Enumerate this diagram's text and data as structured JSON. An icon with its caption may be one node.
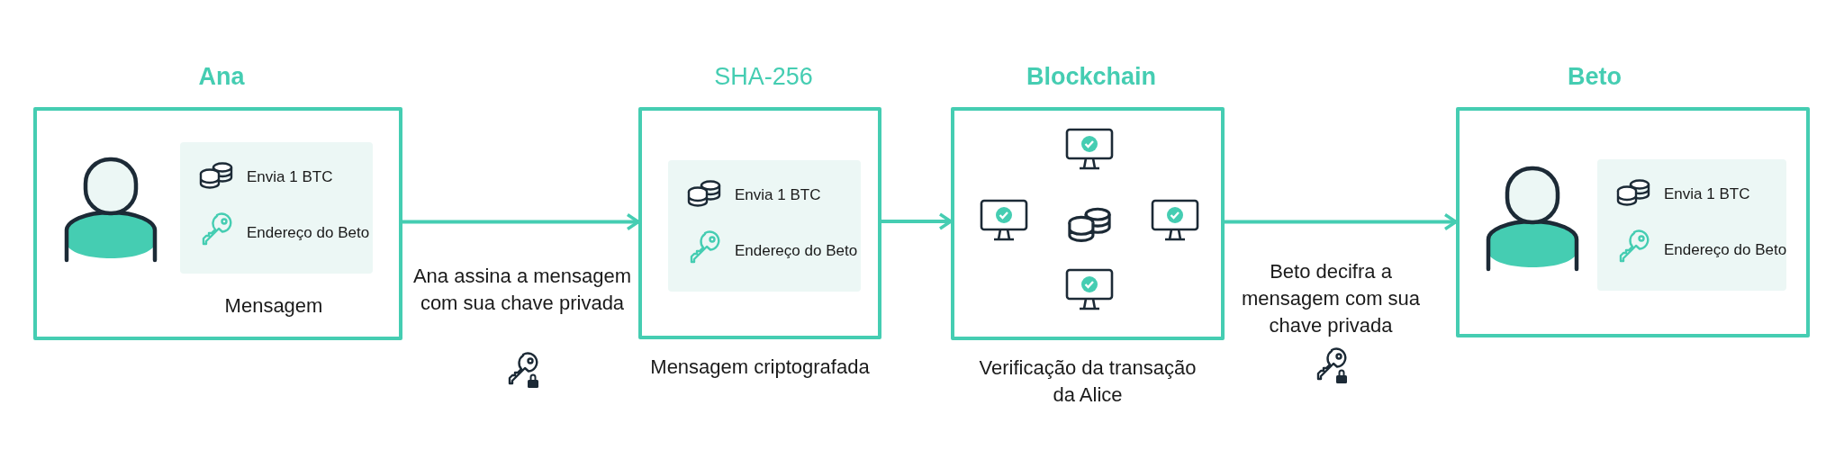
{
  "diagram": {
    "nodes": [
      {
        "text": [
          "Ana",
          "Mensagem"
        ]
      },
      {
        "text": [
          "Envia 1 BTC",
          "Endereço do Beto"
        ],
        "in": 0
      },
      {
        "text": [
          "SHA-256"
        ],
        "beside": [
          "Mensagem criptografada"
        ]
      },
      {
        "text": [
          "Envia 1 BTC",
          "Endereço do Beto"
        ],
        "in": 2
      },
      {
        "text": [
          "Blockchain"
        ],
        "beside": [
          "Verificação da transação da Alice"
        ]
      },
      {
        "text": [
          "Beto"
        ]
      },
      {
        "text": [
          "Envia 1 BTC",
          "Endereço do Beto"
        ],
        "in": 5
      }
    ],
    "edges": [
      {
        "from": 0,
        "to": 2,
        "arrow": "to",
        "label": "Ana assina a mensagem com sua chave privada"
      },
      {
        "from": 2,
        "to": 4,
        "arrow": "to"
      },
      {
        "from": 4,
        "to": 5,
        "arrow": "to",
        "label": "Beto decifra a mensagem com sua chave privada"
      }
    ]
  }
}
